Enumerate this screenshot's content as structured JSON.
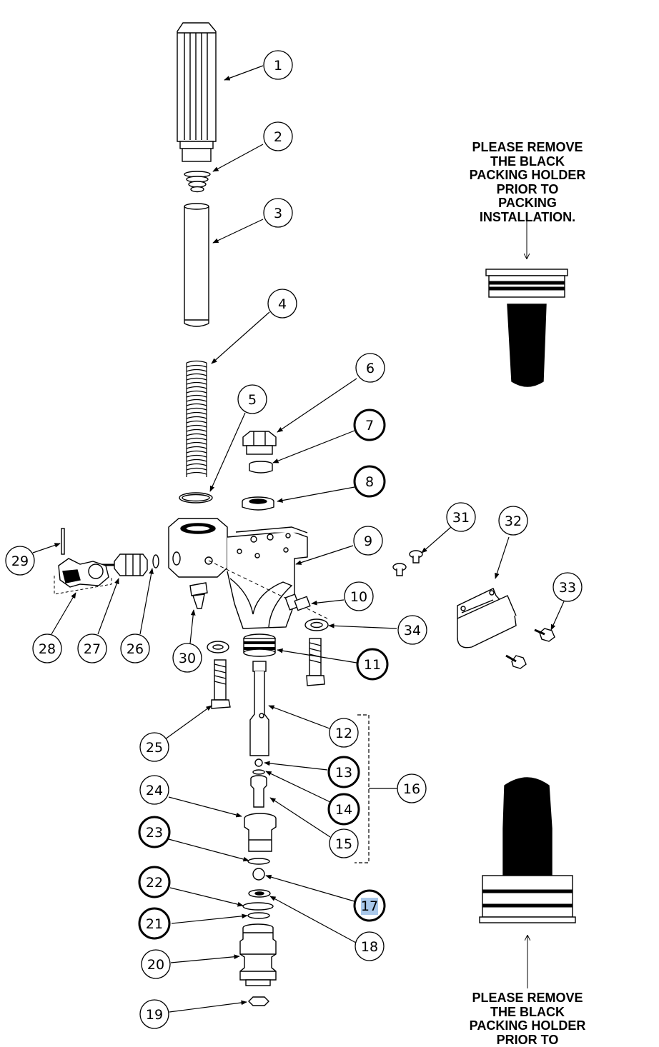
{
  "note_top": [
    "PLEASE REMOVE",
    "THE BLACK",
    "PACKING HOLDER",
    "PRIOR TO",
    "PACKING",
    "INSTALLATION."
  ],
  "note_bottom": [
    "PLEASE REMOVE",
    "THE BLACK",
    "PACKING HOLDER",
    "PRIOR TO"
  ],
  "callouts": [
    "1",
    "2",
    "3",
    "4",
    "5",
    "6",
    "7",
    "8",
    "9",
    "10",
    "11",
    "12",
    "13",
    "14",
    "15",
    "16",
    "17",
    "18",
    "19",
    "20",
    "21",
    "22",
    "23",
    "24",
    "25",
    "26",
    "27",
    "28",
    "29",
    "30",
    "31",
    "32",
    "33",
    "34"
  ],
  "highlighted_callout": "17",
  "colors": {
    "ink": "#000000",
    "highlight": "#a9c8ea",
    "paper": "#ffffff"
  }
}
